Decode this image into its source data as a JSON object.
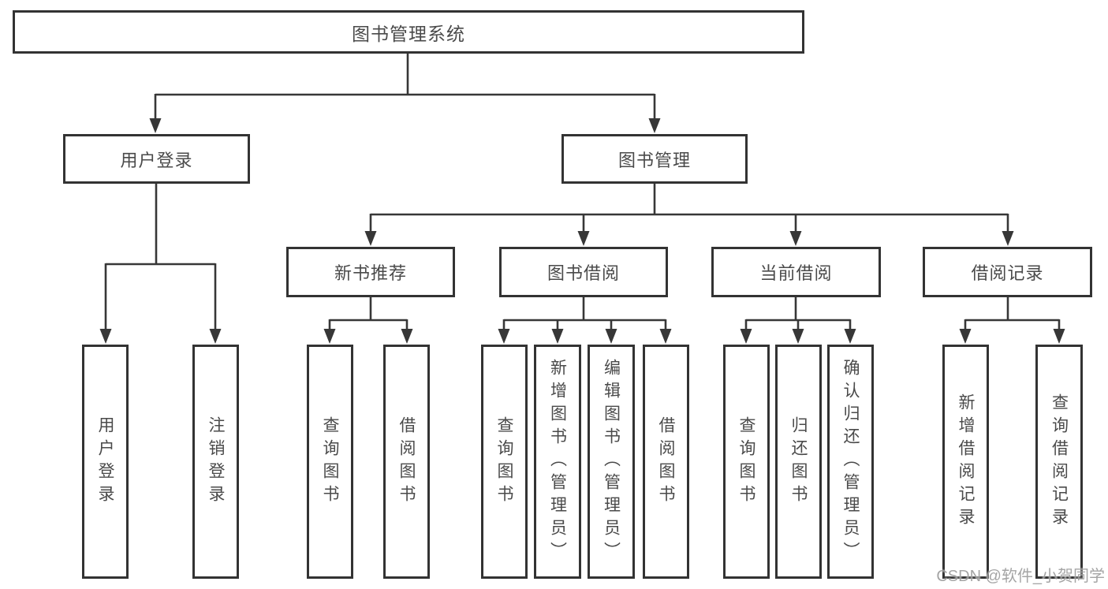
{
  "diagram": {
    "root": "图书管理系统",
    "branches": [
      {
        "label": "用户登录",
        "leaves": [
          "用户登录",
          "注销登录"
        ]
      },
      {
        "label": "图书管理",
        "groups": [
          {
            "label": "新书推荐",
            "leaves": [
              "查询图书",
              "借阅图书"
            ]
          },
          {
            "label": "图书借阅",
            "leaves": [
              "查询图书",
              "新增图书（管理员）",
              "编辑图书（管理员）",
              "借阅图书"
            ]
          },
          {
            "label": "当前借阅",
            "leaves": [
              "查询图书",
              "归还图书",
              "确认归还（管理员）"
            ]
          },
          {
            "label": "借阅记录",
            "leaves": [
              "新增借阅记录",
              "查询借阅记录"
            ]
          }
        ]
      }
    ]
  },
  "watermark": {
    "text": "CSDN @软件_小贺同学",
    "color": "#989898"
  },
  "colors": {
    "background": "#ffffff",
    "line": "#373737",
    "box_border": "#333333",
    "text": "#4a4a4a"
  }
}
